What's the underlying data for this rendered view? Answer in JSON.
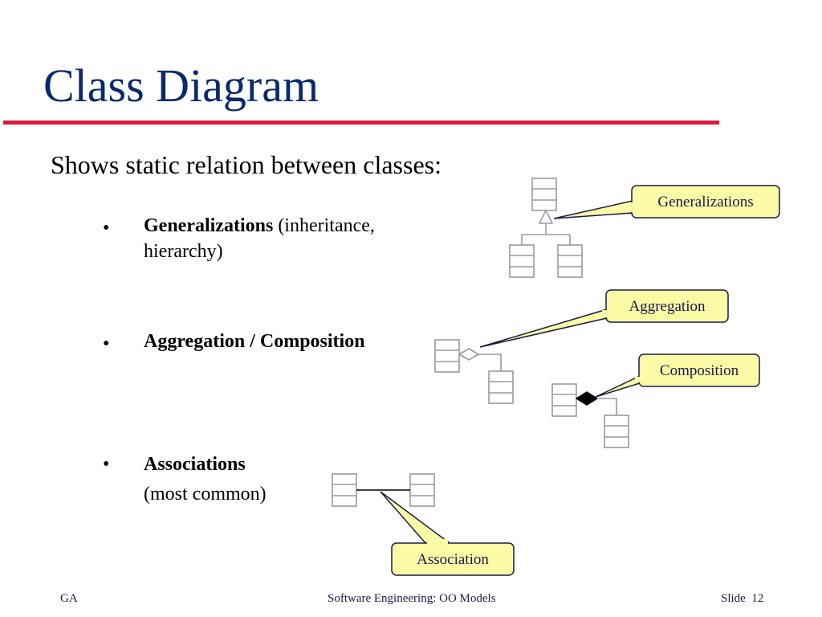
{
  "slide": {
    "title": "Class Diagram",
    "subtitle": "Shows static relation between classes:",
    "bullet_symbol": "•",
    "items": [
      {
        "bold": "Generalizations",
        "text": " (inheritance,",
        "line2": "hierarchy)"
      },
      {
        "bold": "Aggregation / Composition"
      },
      {
        "bold": "Associations",
        "line2": "(most common)"
      }
    ]
  },
  "callouts": {
    "generalizations": "Generalizations",
    "aggregation": "Aggregation",
    "composition": "Composition",
    "association": "Association"
  },
  "footer": {
    "left": "GA",
    "center": "Software Engineering: OO Models",
    "right_label": "Slide",
    "right_number": "12"
  },
  "colors": {
    "title": "#0a2a6b",
    "rule": "#e0193a",
    "callout_fill": "#fbfba6",
    "callout_stroke": "#1a1a4a"
  }
}
